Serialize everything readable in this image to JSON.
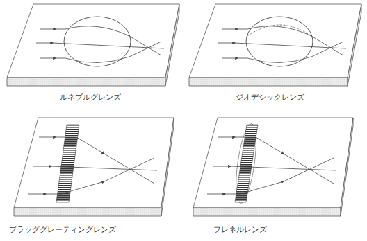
{
  "diagram": {
    "labels": [
      "ルネブルグレンズ",
      "ジオデシックレンズ",
      "ブラッググレーティングレンズ",
      "フレネルレンズ"
    ]
  }
}
